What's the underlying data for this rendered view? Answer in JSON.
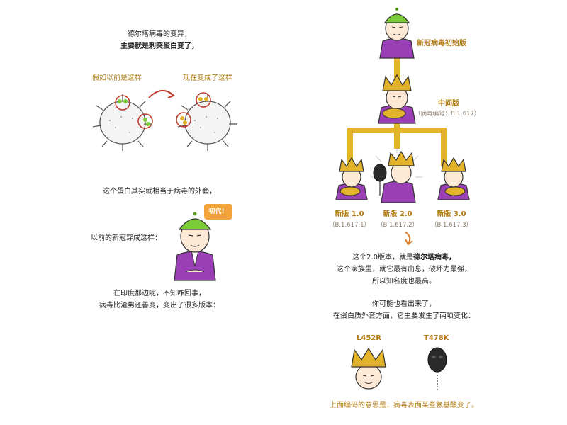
{
  "left": {
    "intro_line1": "德尔塔病毒的变异，",
    "intro_line2": "主要就是刺突蛋白变了，",
    "before_label": "假如以前是这样",
    "after_label": "现在变成了这样",
    "coat_line": "这个蛋白其实就相当于病毒的外套，",
    "previous_line": "以前的新冠穿成这样：",
    "tag_first_gen": "初代！",
    "india_line1": "在印度那边呢，不知咋回事，",
    "india_line2": "病毒比渣男还善变，变出了很多版本："
  },
  "right": {
    "original_label": "新冠病毒初始版",
    "middle_label": "中间版",
    "middle_code": "（病毒编号：B.1.617）",
    "versions": [
      {
        "label": "新版 1.0",
        "code": "（B.1.617.1）"
      },
      {
        "label": "新版 2.0",
        "code": "（B.1.617.2）"
      },
      {
        "label": "新版 3.0",
        "code": "（B.1.617.3）"
      }
    ],
    "v2_line1_pre": "这个2.0版本，就是",
    "v2_line1_bold": "德尔塔病毒，",
    "v2_line2": "这个家族里，就它最有出息，破坏力最强，",
    "v2_line3": "所以知名度也最高。",
    "change_line1": "你可能也看出来了，",
    "change_line2": "在蛋白质外套方面，它主要发生了两项变化：",
    "mutation1": "L452R",
    "mutation2": "T478K",
    "footer": "上面编码的意思是，病毒表面某些氨基酸变了。"
  },
  "colors": {
    "gold": "#e3b32a",
    "gold_dark": "#b07a10",
    "purple": "#9b3fb7",
    "green_hat": "#7ccc3a",
    "red_circle": "#c0392b",
    "mask": "#2b2b2b"
  }
}
